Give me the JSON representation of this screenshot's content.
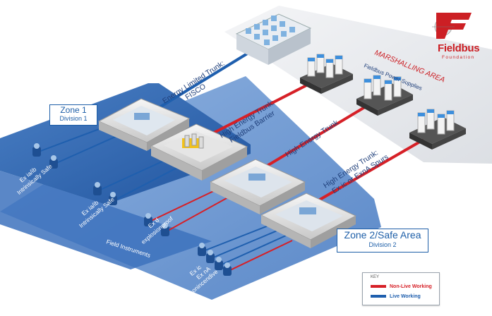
{
  "diagram": {
    "trunk_labels": {
      "energy_limited": "Energy Limited Trunk:",
      "energy_limited_sub": "FISCO",
      "high_barrier": "High Energy Trunk:",
      "high_barrier_sub": "Fieldbus Barrier",
      "high_trunk": "High Energy Trunk",
      "high_spurs": "High Energy Trunk:",
      "high_spurs_sub": "Ex ic or ExnA Spurs"
    },
    "areas": {
      "marshalling": "MARSHALLING AREA",
      "power_supplies": "Fieldbus Power Supplies",
      "field_instruments": "Field Instruments"
    },
    "zones": {
      "zone1_title": "Zone 1",
      "zone1_sub": "Division 1",
      "zone2_title": "Zone 2/Safe Area",
      "zone2_sub": "Division 2"
    },
    "protection": {
      "g1_l1": "Ex ia/ib",
      "g1_l2": "Intrinsically Safe",
      "g2_l1": "Ex ia/ib",
      "g2_l2": "Intrinsically Safe",
      "g3_l1": "Ex d",
      "g3_l2": "explosionproof",
      "g4_l1": "Ex ic",
      "g4_l2": "Ex nA",
      "g4_l3": "nonincendive"
    },
    "logo": {
      "name": "Fieldbus",
      "sub": "Foundation"
    },
    "key": {
      "title": "KEY",
      "non_live": "Non-Live Working",
      "live": "Live Working"
    },
    "colors": {
      "non_live": "#d62027",
      "live": "#1f5fae",
      "zone1_fill": "#2f67b4",
      "zone2_fill": "#6c98d4",
      "marshalling_fill": "#e8eaee",
      "accent_red": "#cc1f24"
    }
  }
}
